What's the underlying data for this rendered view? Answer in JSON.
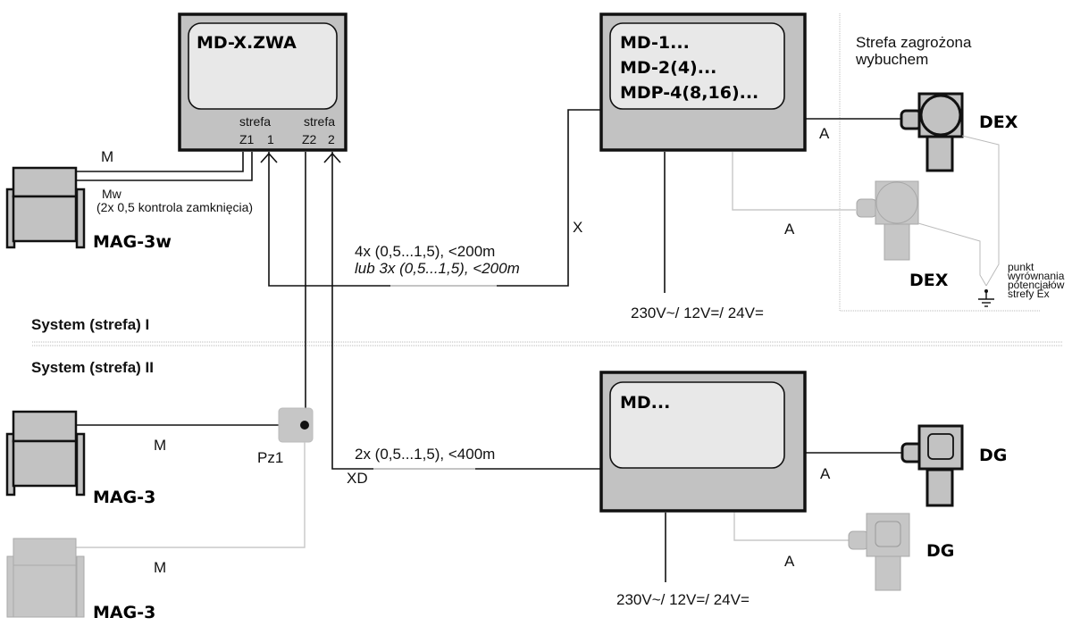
{
  "controller": {
    "title": "MD-X.ZWA",
    "zone1_label": "strefa",
    "zone2_label": "strefa",
    "terminal_z1": "Z1",
    "terminal_1": "1",
    "terminal_z2": "Z2",
    "terminal_2": "2"
  },
  "detector_units_top": {
    "lines": [
      "MD-1...",
      "MD-2(4)...",
      "MDP-4(8,16)..."
    ],
    "power": "230V~/ 12V=/ 24V="
  },
  "detector_unit_bottom": {
    "title": "MD...",
    "power": "230V~/ 12V=/ 24V="
  },
  "hazard_zone": {
    "title_line1": "Strefa zagrożona",
    "title_line2": "wybuchem",
    "ground_label": [
      "punkt",
      "wyrównania",
      "potencjałów",
      "strefy Ex"
    ]
  },
  "devices": {
    "mag3w": "MAG-3w",
    "mag3_a": "MAG-3",
    "mag3_b": "MAG-3",
    "dex_a": "DEX",
    "dex_b": "DEX",
    "dg_a": "DG",
    "dg_b": "DG",
    "pz1": "Pz1"
  },
  "cables": {
    "m_top": "M",
    "mw": "Mw",
    "mw_note": "(2x 0,5 kontrola zamknięcia)",
    "x": "X",
    "x_spec_line1": "4x (0,5...1,5),  <200m",
    "x_spec_line2": "lub 3x (0,5...1,5),  <200m",
    "a_dex1": "A",
    "a_dex2": "A",
    "xd": "XD",
    "xd_spec": "2x (0,5...1,5),  <400m",
    "m_mag3a": "M",
    "m_mag3b": "M",
    "a_dg1": "A",
    "a_dg2": "A"
  },
  "sections": {
    "system1": "System (strefa) I",
    "system2": "System (strefa) II"
  }
}
